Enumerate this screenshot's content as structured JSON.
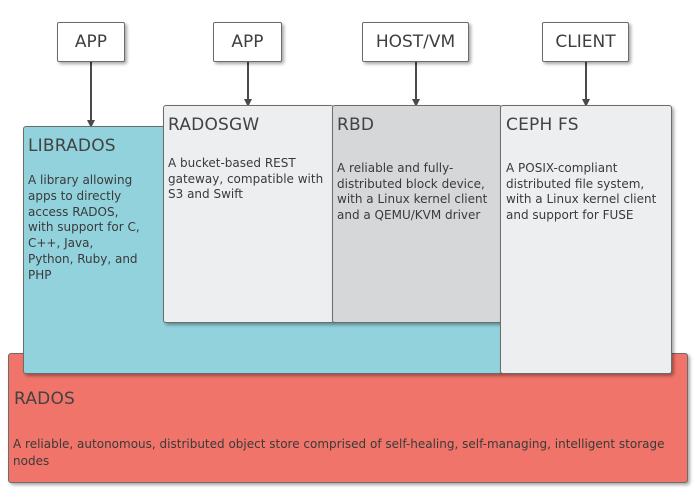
{
  "clients": [
    {
      "label": "APP"
    },
    {
      "label": "APP"
    },
    {
      "label": "HOST/VM"
    },
    {
      "label": "CLIENT"
    }
  ],
  "librados": {
    "title": "LIBRADOS",
    "description": "A library allowing apps to directly access RADOS, with support for C, C++, Java, Python, Ruby, and PHP"
  },
  "radosgw": {
    "title": "RADOSGW",
    "description": "A bucket-based REST gateway, compatible with S3 and Swift"
  },
  "rbd": {
    "title": "RBD",
    "description": "A reliable and fully-distributed block device, with a Linux kernel client and a QEMU/KVM driver"
  },
  "cephfs": {
    "title": "CEPH FS",
    "description": "A POSIX-compliant distributed file system, with a Linux kernel client and support for FUSE"
  },
  "rados": {
    "title": "RADOS",
    "description": "A reliable, autonomous, distributed object store comprised of self-healing, self-managing, intelligent storage nodes"
  },
  "colors": {
    "rados": "#f07469",
    "librados": "#92d2dd",
    "radosgw": "#edeeef",
    "rbd": "#d6d7d8",
    "cephfs": "#edeeef",
    "border": "#6c6c6c"
  }
}
